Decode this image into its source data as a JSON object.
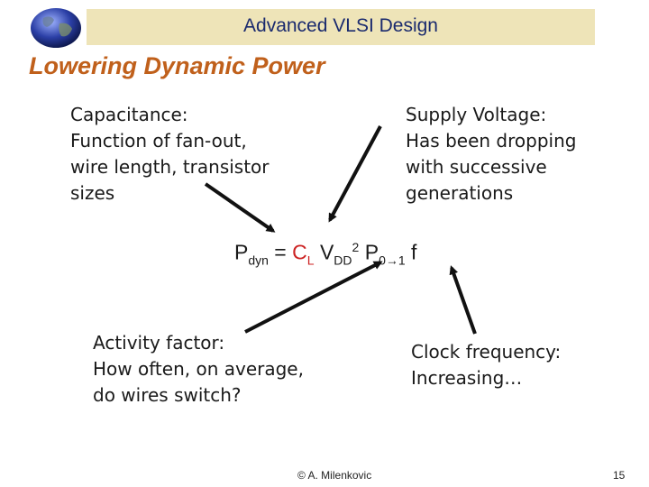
{
  "header": {
    "title": "Advanced VLSI Design"
  },
  "slide": {
    "title": "Lowering Dynamic Power"
  },
  "capacitance": {
    "lines": [
      "Capacitance:",
      "Function of fan-out,",
      "wire length, transistor",
      "sizes"
    ]
  },
  "supply_voltage": {
    "lines": [
      "Supply Voltage:",
      "Has been dropping",
      "with successive",
      "generations"
    ]
  },
  "formula": {
    "p": "P",
    "p_sub": "dyn",
    "eq": " = ",
    "c": "C",
    "c_sub": "L",
    "v": " V",
    "v_sub": "DD",
    "v_sup": "2",
    "pa": " P",
    "pa_sub": "0→1",
    "f": " f"
  },
  "activity": {
    "lines": [
      "Activity factor:",
      "How often, on average,",
      "do wires switch?"
    ]
  },
  "clock": {
    "lines": [
      "Clock frequency:",
      "Increasing…"
    ]
  },
  "footer": {
    "author": "© A. Milenkovic",
    "page": "15"
  },
  "colors": {
    "header_bg": "#eee4b8",
    "header_text": "#1a2a6e",
    "title": "#c0601b",
    "accent_red": "#cc2222"
  }
}
